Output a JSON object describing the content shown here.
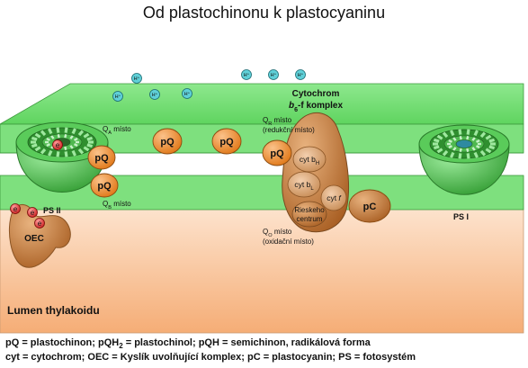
{
  "title": "Od plastochinonu k plastocyaninu",
  "protons": [
    "H⁺",
    "H⁺",
    "H⁺",
    "H⁺",
    "H⁺",
    "H⁺",
    "H⁺"
  ],
  "cytochrome_complex": {
    "line1": "Cytochrom",
    "line2_pre": "b",
    "line2_sub": "6",
    "line2_post": "-f komplex"
  },
  "sites": {
    "qa": {
      "main": "Q",
      "sub": "A",
      "rest": " místo"
    },
    "qb": {
      "main": "Q",
      "sub": "B",
      "rest": " místo"
    },
    "qr": {
      "line1_main": "Q",
      "line1_sub": "R",
      "line1_rest": " místo",
      "line2": "(redukční místo)"
    },
    "qo": {
      "line1_main": "Q",
      "line1_sub": "O",
      "line1_rest": " místo",
      "line2": "(oxidační místo)"
    }
  },
  "molecules": {
    "pq": "pQ",
    "pc": "pC"
  },
  "cyt": {
    "bh": {
      "main": "cyt b",
      "sub": "H"
    },
    "bl": {
      "main": "cyt b",
      "sub": "L"
    },
    "f": {
      "main": "cyt ",
      "ital": "f"
    },
    "rieske_line1": "Rieskeho",
    "rieske_line2": "centrum"
  },
  "electron": "e",
  "ps2": "PS II",
  "ps1": "PS I",
  "oec": "OEC",
  "lumen": "Lumen thylakoidu",
  "legend": {
    "line1_a": "pQ = plastochinon; pQH",
    "line1_sub": "2",
    "line1_b": " = plastochinol; pQH = semichinon, radikálová forma",
    "line2": "cyt = cytochrom; OEC = Kyslík uvolňující komplex; pC = plastocyanin; PS = fotosystém"
  },
  "colors": {
    "membrane": "#7ee07e",
    "membrane_dark": "#4cbf4c",
    "lumen_top": "#fde2cc",
    "lumen_bottom": "#f6b07c",
    "pq_orange": "#ee8a28",
    "complex_brown": "#b36b2a",
    "ps_green": "#3da83d"
  }
}
